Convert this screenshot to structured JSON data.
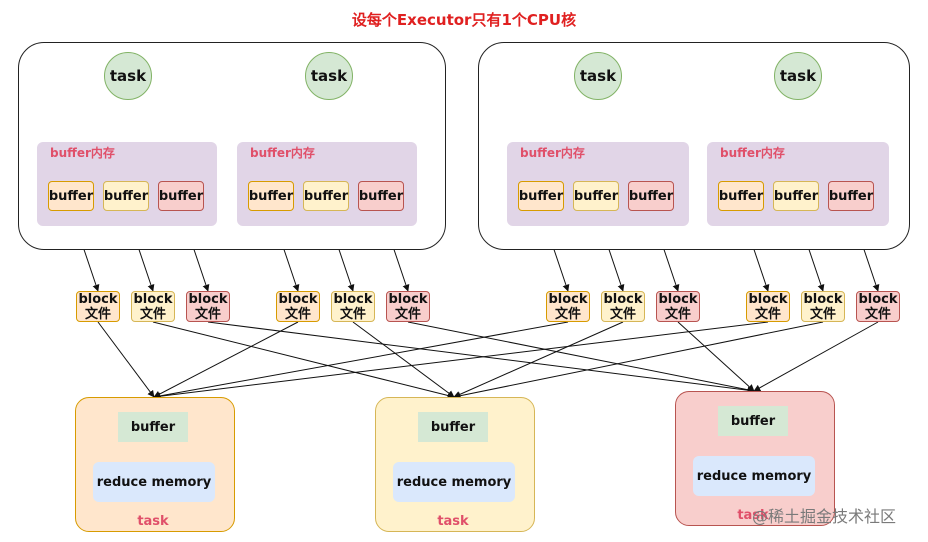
{
  "title": "设每个Executor只有1个CPU核",
  "task_label": "task",
  "buffer_area_label": "buffer内存",
  "buffer_label": "buffer",
  "block_label_line1": "block",
  "block_label_line2": "文件",
  "reduce_memory_label": "reduce memory",
  "reduce_task_label": "task",
  "watermark": "@稀土掘金技术社区",
  "colors": {
    "title": "#e02020",
    "task_fill": "#d5e8d4",
    "buffer_area": "#e1d5e7",
    "orange": "#ffe6cc",
    "yellow": "#fff2cc",
    "red": "#f8cecc",
    "reduce_memory": "#dae8fc",
    "label_pink": "#e0506a"
  },
  "executors": [
    {
      "tasks": [
        {
          "buffers": [
            "orange",
            "yellow",
            "red"
          ]
        },
        {
          "buffers": [
            "orange",
            "yellow",
            "red"
          ]
        }
      ]
    },
    {
      "tasks": [
        {
          "buffers": [
            "orange",
            "yellow",
            "red"
          ]
        },
        {
          "buffers": [
            "orange",
            "yellow",
            "red"
          ]
        }
      ]
    }
  ],
  "reducers": [
    {
      "color": "orange"
    },
    {
      "color": "yellow"
    },
    {
      "color": "red"
    }
  ]
}
